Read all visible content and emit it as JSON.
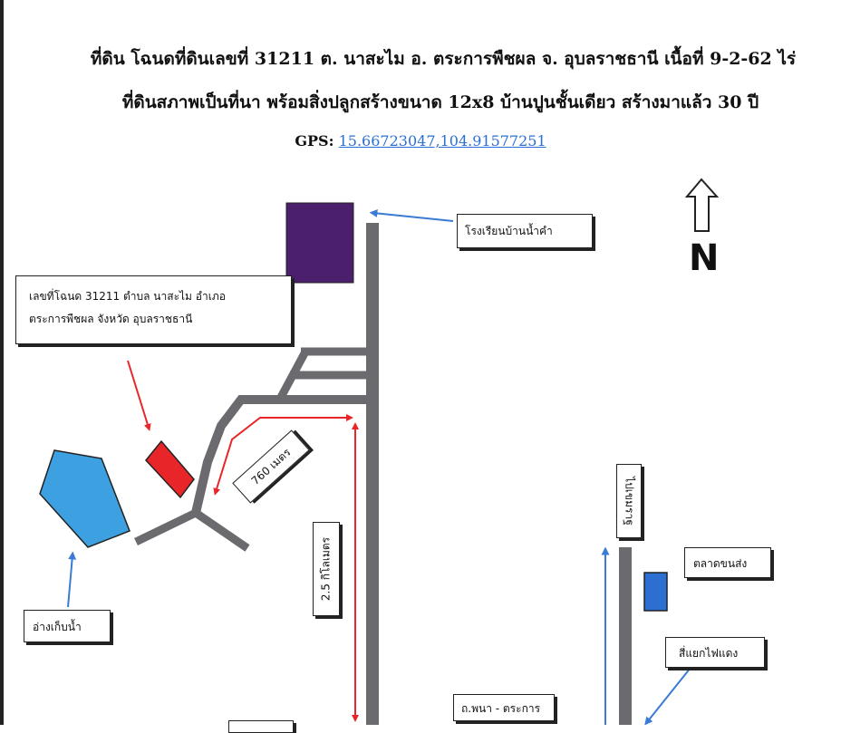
{
  "header": {
    "line1": "ที่ดิน โฉนดที่ดินเลขที่ 31211 ต. นาสะไม  อ. ตระการพืชผล จ. อุบลราชธานี เนื้อที่ 9-2-62 ไร่",
    "line2": "ที่ดินสภาพเป็นที่นา พร้อมสิ่งปลูกสร้างขนาด 12x8 บ้านปูนชั้นเดียว สร้างมาแล้ว 30 ปี",
    "gps_label": "GPS:",
    "gps_value": "15.66723047,104.91577251"
  },
  "labels": {
    "school": "โรงเรียนบ้านน้ำคำ",
    "plot_line1": "เลขที่โฉนด 31211 ตำบล นาสะไม อำเภอ",
    "plot_line2": "ตระการพืชผล จังหวัด อุบลราชธานี",
    "dist_760": "760 เมตร",
    "dist_25": "2.5 กิโลเมตร",
    "reservoir": "อ่างเก็บน้ำ",
    "to_khemmarat": "ไปเขมราฐ",
    "market": "ตลาดขนส่ง",
    "traffic_light": "สี่แยกไฟแดง",
    "road_name": "ถ.พนา - ตระการ",
    "north": "N"
  },
  "colors": {
    "road": "#6b6b6f",
    "school": "#4b1f6b",
    "plot": "#e8262a",
    "reservoir": "#3da0e0",
    "market": "#2d6fd0",
    "red_arrow": "#e8262a",
    "blue_arrow": "#3a7bd5"
  }
}
